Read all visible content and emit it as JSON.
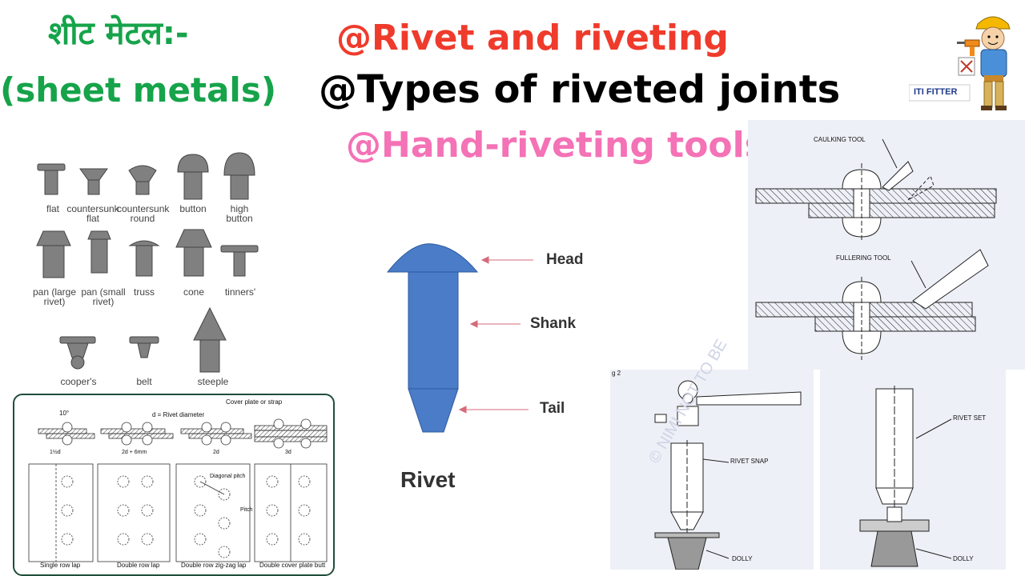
{
  "titles": {
    "hindi": "शीट मेटल:-",
    "english": "(sheet metals)",
    "line1": "@Rivet and riveting",
    "line2": "@Types of riveted joints",
    "line3": "@Hand-riveting tools"
  },
  "logo": {
    "text": "ITI FITTER"
  },
  "rivet_types": {
    "flat": "flat",
    "countersunk_flat": "countersunk flat",
    "countersunk_round": "countersunk round",
    "button": "button",
    "high_button": "high button",
    "pan_large": "pan (large rivet)",
    "pan_small": "pan (small rivet)",
    "truss": "truss",
    "cone": "cone",
    "tinners": "tinners'",
    "coopers": "cooper's",
    "belt": "belt",
    "steeple": "steeple"
  },
  "joints": {
    "d_note": "d = Rivet diameter",
    "cover_plate": "Cover plate or strap",
    "angle": "10°",
    "single": "Single row lap",
    "double": "Double row lap",
    "zigzag": "Double row zig-zag lap",
    "butt": "Double cover plate butt",
    "dim_a": "1½d",
    "dim_b": "2d + 6mm",
    "dim_c": "2d",
    "dim_d": "3d",
    "pitch": "Pitch",
    "diag": "Diagonal pitch"
  },
  "rivet_diagram": {
    "head": "Head",
    "shank": "Shank",
    "tail": "Tail",
    "title": "Rivet"
  },
  "tools": {
    "caulking": "CAULKING TOOL",
    "fullering": "FULLERING TOOL",
    "fig": "g 2",
    "rivet_snap": "RIVET SNAP",
    "rivet_set": "RIVET SET",
    "dolly": "DOLLY",
    "watermark": "© NIMI NOT TO BE"
  },
  "colors": {
    "green": "#16a34a",
    "red": "#ef3b2c",
    "pink": "#f472b6",
    "rivet_blue": "#4a7cc7",
    "panel": "#eef0f7",
    "box_border": "#1f4d3a"
  }
}
